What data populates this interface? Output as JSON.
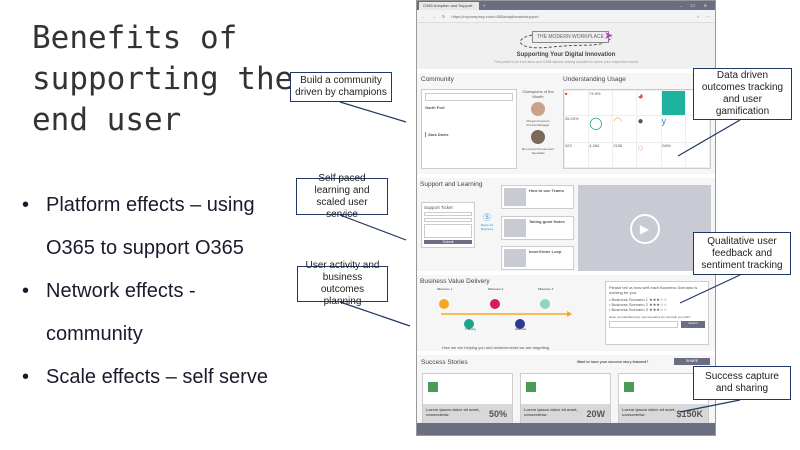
{
  "slide": {
    "title": "Benefits of supporting the end user",
    "bullets": [
      {
        "l1": "Platform effects – using",
        "l2": "O365 to support O365"
      },
      {
        "l1": "Network effects -",
        "l2": "community"
      },
      {
        "l1": "Scale effects – self serve",
        "l2": ""
      }
    ]
  },
  "browser": {
    "tab": "O365 Adoption and Support",
    "url": "https://mycompany.com/o365adoptionandsupport"
  },
  "portal": {
    "logo": "THE MODERN WORKPLACE",
    "heading": "Supporting Your Digital Innovation",
    "subheading": "This portal is for end users and O365 admins driving adoption to serve your respective needs",
    "community": {
      "title": "Community",
      "champions": "Champions of the Month",
      "post_author": "Garth Fort",
      "reply_author": "Sara Davis",
      "champ1": "Morgan Freeman Product Manager",
      "champ2": "Ben Amos Procurement Specialist"
    },
    "usage": {
      "title": "Understanding Usage",
      "metrics": [
        "74.5%",
        "35.03%",
        "423",
        "4,284",
        "2156",
        "2406"
      ]
    },
    "support": {
      "title": "Support and Learning",
      "ticket": "Support Ticket",
      "submit": "Submit",
      "skype": "Skype for Business",
      "videos": [
        "How to use Teams",
        "Taking good Notes",
        "Inner/Outer Loop"
      ]
    },
    "business": {
      "title": "Business Value Delivery",
      "milestones": [
        "Milestone 1",
        "Milestone 2",
        "Milestone 3"
      ],
      "events": [
        "Training",
        "Webinar"
      ],
      "caption": "How we are helping you and achievements we are targetting",
      "survey_q": "Please tell us how well each Business Scenario is working for you:",
      "scenarios": [
        "Business Scenario 1",
        "Business Scenario 2",
        "Business Scenario 3"
      ],
      "stars": "★★★☆☆",
      "survey_q2": "Have you identified any new scenarios we can help you with?",
      "submit": "Submit"
    },
    "success": {
      "title": "Success Stories",
      "prompt": "Want to have your success story featured?",
      "share": "SHARE",
      "caption": "Lorem ipsum dolor sit amet, consectetur.",
      "stats": [
        "50%",
        "20W",
        "$150K"
      ]
    }
  },
  "callouts": [
    "Build a community driven by champions",
    "Data driven outcomes tracking and user gamification",
    "Self paced learning and scaled user service",
    "Qualitative user feedback and sentiment tracking",
    "User activity and business outcomes planning",
    "Success capture and sharing"
  ],
  "colors": {
    "callout_border": "#1f3864",
    "chrome": "#6b6e80"
  }
}
